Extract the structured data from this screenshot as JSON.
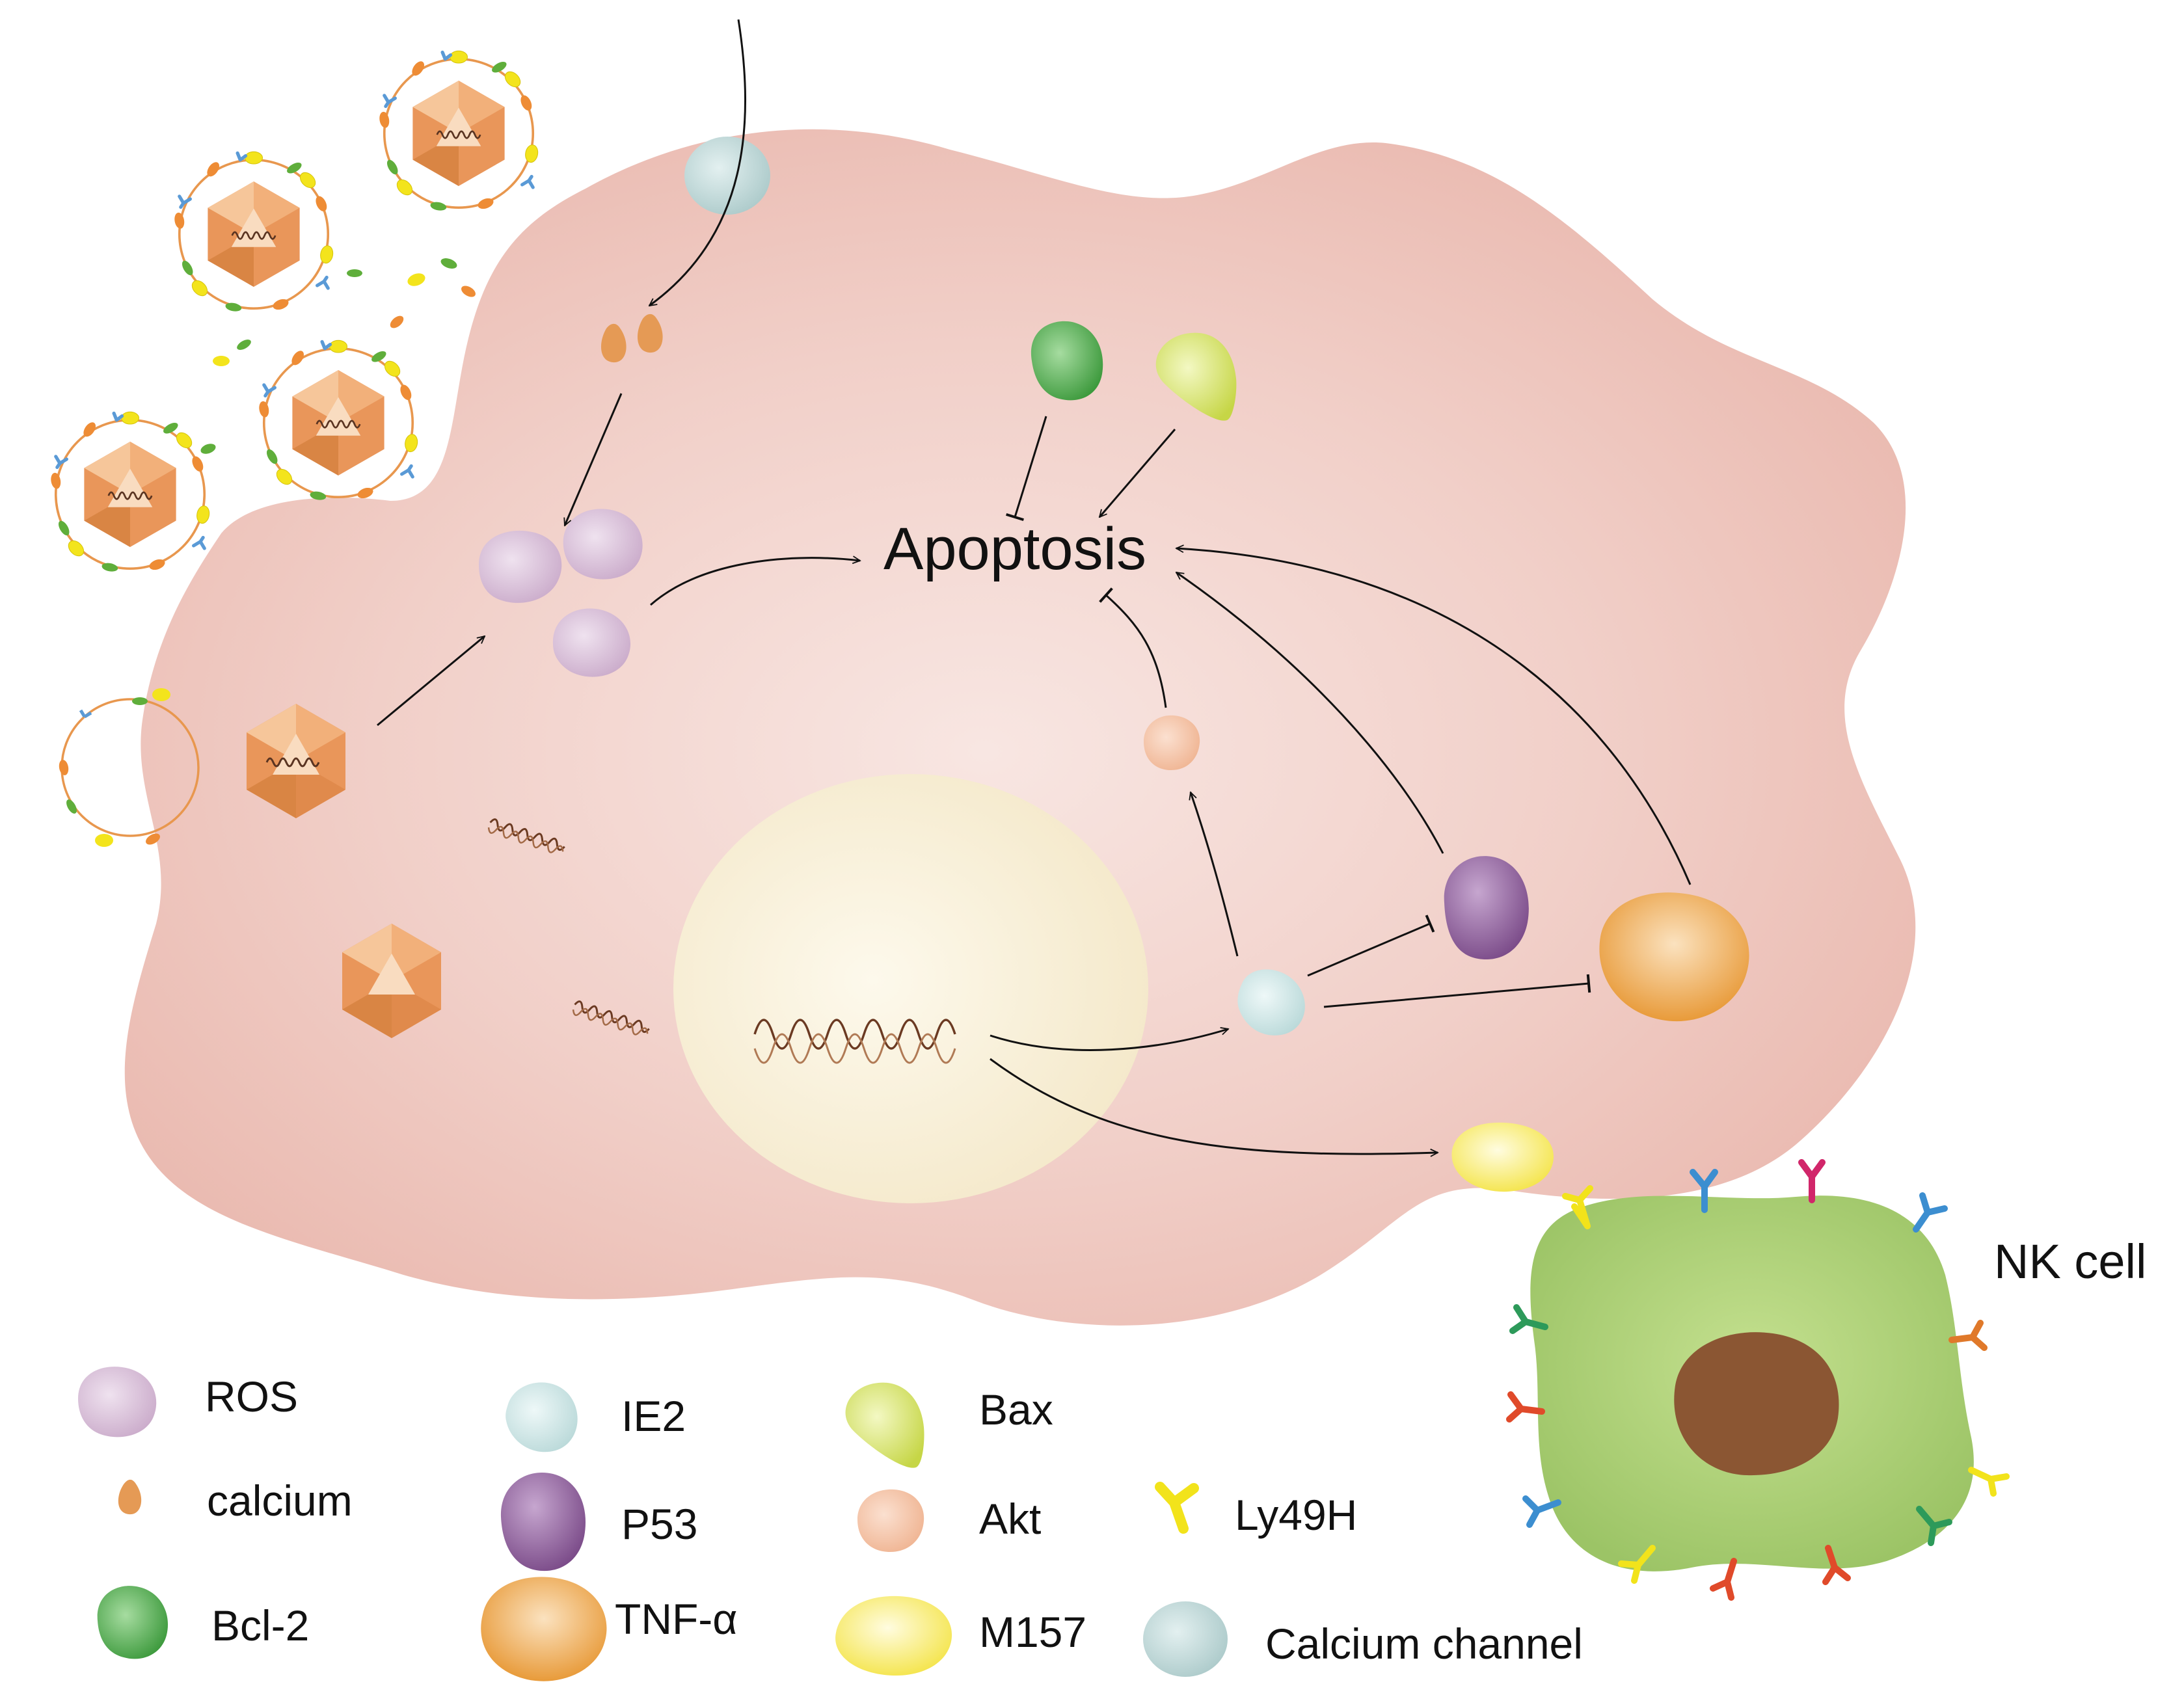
{
  "diagram": {
    "center_label": "Apoptosis",
    "nk_cell_label": "NK cell"
  },
  "legend": [
    {
      "key": "ros",
      "label": "ROS",
      "color": "#d6bfd6"
    },
    {
      "key": "calcium",
      "label": "calcium",
      "color": "#e59a55"
    },
    {
      "key": "bcl2",
      "label": "Bcl-2",
      "color": "#4aa84a"
    },
    {
      "key": "ie2",
      "label": "IE2",
      "color": "#cde6e6"
    },
    {
      "key": "p53",
      "label": "P53",
      "color": "#8c5c99"
    },
    {
      "key": "tnfa",
      "label": "TNF-α",
      "color": "#ee9f3b"
    },
    {
      "key": "bax",
      "label": "Bax",
      "color": "#d6e36b"
    },
    {
      "key": "akt",
      "label": "Akt",
      "color": "#f4c2a3"
    },
    {
      "key": "m157",
      "label": "M157",
      "color": "#f7ee5a"
    },
    {
      "key": "ly49h",
      "label": "Ly49H",
      "color": "#f2e31b"
    },
    {
      "key": "calcium_channel",
      "label": "Calcium channel",
      "color": "#b9d4d4"
    }
  ],
  "colors": {
    "host_cell": "#ecbdb4",
    "nucleus": "#f8f1d4",
    "nk_cell": "#a8cc72",
    "nk_nucleus": "#8b5633",
    "capsid": "#e8975a",
    "arrow": "#111111"
  }
}
